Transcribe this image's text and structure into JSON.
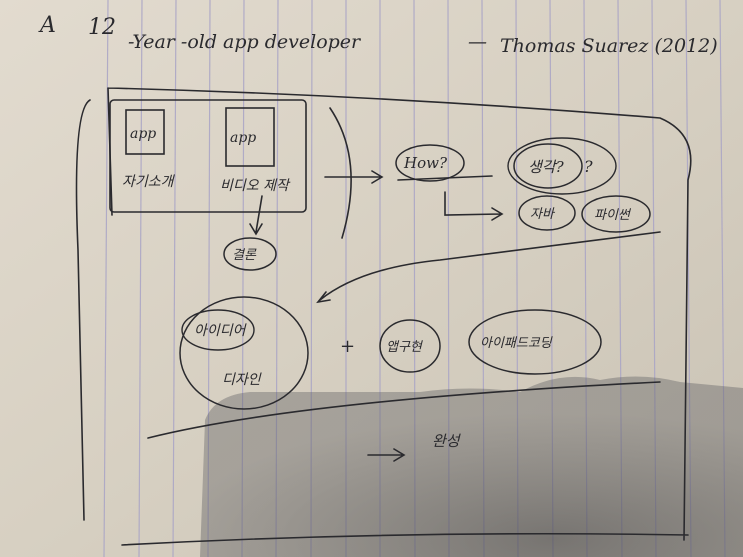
{
  "header": {
    "letter": "A",
    "age": "12",
    "phrase": "-Year -old app developer",
    "dash": "—",
    "author": "Thomas Suarez (2012)"
  },
  "note": {
    "app_box_1": {
      "label": "app",
      "caption": "자기소개"
    },
    "app_box_2": {
      "label": "app",
      "caption": "비디오 제작"
    },
    "result_bubble": "결론",
    "how_bubble": "How?",
    "think_bubble": "생각?",
    "think_mark": "?",
    "bubble_1": "자바",
    "bubble_2": "파이썬",
    "idea_bubble": {
      "line1": "아이디어",
      "line2": "디자인"
    },
    "plus": "+",
    "bubble_3": "앱구현",
    "bubble_4": "아이패드코딩",
    "arrow_text": "완성"
  },
  "colors": {
    "paper": "#d9d2c5",
    "ink": "#2a2a2e",
    "rule_line": "#a9a4c6",
    "shadow": "#4a4a4e"
  }
}
